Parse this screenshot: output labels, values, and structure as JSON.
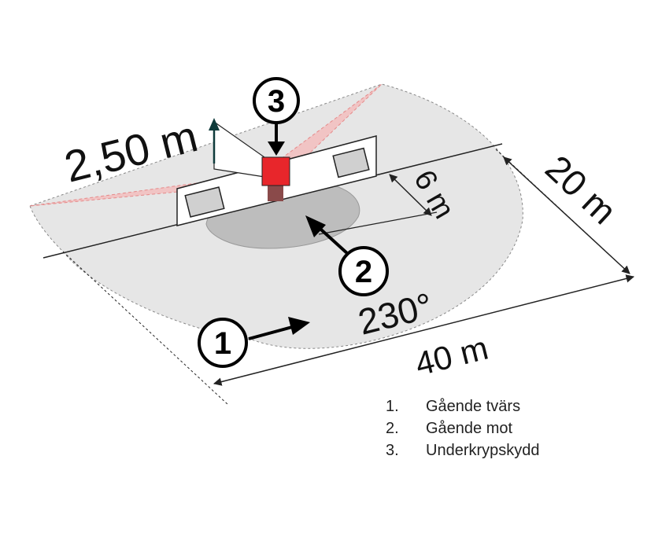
{
  "dimensions": {
    "height_label": "2,50 m",
    "depth_label": "6 m",
    "side_label": "20 m",
    "angle_label": "230°",
    "width_label": "40 m"
  },
  "callouts": [
    {
      "number": "1"
    },
    {
      "number": "2"
    },
    {
      "number": "3"
    }
  ],
  "legend": [
    {
      "number": "1.",
      "text": "Gående tvärs"
    },
    {
      "number": "2.",
      "text": "Gående mot"
    },
    {
      "number": "3.",
      "text": "Underkrypskydd"
    }
  ],
  "colors": {
    "wide_zone": "#e6e6e6",
    "near_zone": "#bdbdbd",
    "curtain": "#f4b8b8",
    "sensor": "#e8262b",
    "sensor_stem": "#8a4a4a",
    "height_arrow": "#0e3a3a"
  }
}
